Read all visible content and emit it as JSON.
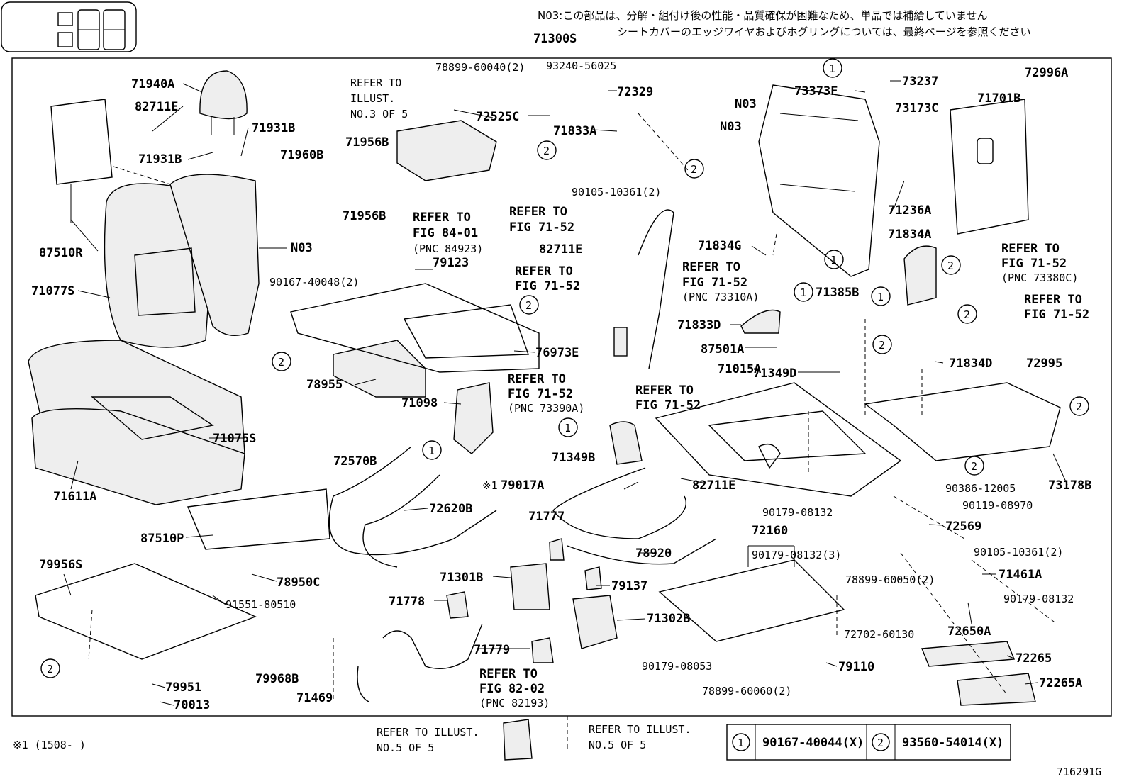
{
  "notes": {
    "n03_line1": "N03:この部品は、分解・組付け後の性能・品質確保が困難なため、単品では補給していません",
    "n03_line2": "シートカバーのエッジワイヤおよびホグリングについては、最終ページを参照ください",
    "footnote": "※1 (1508-      )",
    "figure_id": "716291G"
  },
  "legend": {
    "c1_num": "1",
    "c1_part": "90167-40044(X)",
    "c2_num": "2",
    "c2_part": "93560-54014(X)"
  },
  "callouts": [
    "1",
    "2"
  ],
  "labels": {
    "p71300S": "71300S",
    "p93240_56025": "93240-56025",
    "p78899_60040": "78899-60040(2)",
    "p72329": "72329",
    "p72525C": "72525C",
    "p71833A": "71833A",
    "p71940A": "71940A",
    "p82711E_a": "82711E",
    "p71931B_a": "71931B",
    "p71931B_b": "71931B",
    "p71960B": "71960B",
    "p71956B_a": "71956B",
    "p71956B_b": "71956B",
    "p87510R": "87510R",
    "p71077S": "71077S",
    "p71075S": "71075S",
    "p71611A": "71611A",
    "p87510P": "87510P",
    "p79956S": "79956S",
    "p78950C": "78950C",
    "p91551_80510": "91551-80510",
    "p79951": "79951",
    "p70013": "70013",
    "p79968B": "79968B",
    "p71469": "71469",
    "p78955": "78955",
    "p76973E": "76973E",
    "p79123": "79123",
    "p90167_40048": "90167-40048(2)",
    "p71098": "71098",
    "p72570B": "72570B",
    "p72620B": "72620B",
    "p79017A": "79017A",
    "p79017A_mark": "※1",
    "p71777": "71777",
    "p71301B": "71301B",
    "p71778": "71778",
    "p71779": "71779",
    "p79137": "79137",
    "p71302B": "71302B",
    "p90179_08053": "90179-08053",
    "p78920": "78920",
    "p71349B": "71349B",
    "p82711E_b": "82711E",
    "p82711E_c": "82711E",
    "p71834G": "71834G",
    "p90105_10361_2a": "90105-10361(2)",
    "p71833D": "71833D",
    "p87501A": "87501A",
    "p71385B": "71385B",
    "p71015A": "71015A",
    "p71349D": "71349D",
    "p73373F": "73373F",
    "p73237": "73237",
    "p73173C": "73173C",
    "p71236A": "71236A",
    "p72996A": "72996A",
    "p71701B": "71701B",
    "p71834A": "71834A",
    "p71834D": "71834D",
    "p72995": "72995",
    "p73178B": "73178B",
    "p90386_12005": "90386-12005",
    "p90119_08970": "90119-08970",
    "p72569": "72569",
    "p90105_10361_2b": "90105-10361(2)",
    "p71461A": "71461A",
    "p90179_08132_a": "90179-08132",
    "p72650A": "72650A",
    "p72265": "72265",
    "p72265A": "72265A",
    "p90179_08132_b": "90179-08132",
    "p72160": "72160",
    "p90179_08132_3": "90179-08132(3)",
    "p78899_60050": "78899-60050(2)",
    "p72702_60130": "72702-60130",
    "p79110": "79110",
    "p78899_60060": "78899-60060(2)",
    "n03_a": "N03",
    "n03_b": "N03",
    "n03_c": "N03"
  },
  "refs": {
    "illust3_l1": "REFER TO",
    "illust3_l2": "ILLUST.",
    "illust3_l3": "NO.3 OF 5",
    "fig8401_l1": "REFER TO",
    "fig8401_l2": "FIG 84-01",
    "fig8401_l3": "(PNC 84923)",
    "fig7152a_l1": "REFER TO",
    "fig7152a_l2": "FIG 71-52",
    "fig7152b_l1": "REFER TO",
    "fig7152b_l2": "FIG 71-52",
    "fig7152c_l1": "REFER TO",
    "fig7152c_l2": "FIG 71-52",
    "fig7152c_l3": "(PNC 73310A)",
    "fig7152d_l1": "REFER TO",
    "fig7152d_l2": "FIG 71-52",
    "fig7152d_l3": "(PNC 73390A)",
    "fig7152e_l1": "REFER TO",
    "fig7152e_l2": "FIG 71-52",
    "fig7152f_l1": "REFER TO",
    "fig7152f_l2": "FIG 71-52",
    "fig7152f_l3": "(PNC 73380C)",
    "fig7152g_l1": "REFER TO",
    "fig7152g_l2": "FIG 71-52",
    "fig8202_l1": "REFER TO",
    "fig8202_l2": "FIG 82-02",
    "fig8202_l3": "(PNC 82193)",
    "illust5a_l1": "REFER TO ILLUST.",
    "illust5a_l2": "NO.5 OF 5",
    "illust5b_l1": "REFER TO ILLUST.",
    "illust5b_l2": "NO.5 OF 5"
  }
}
